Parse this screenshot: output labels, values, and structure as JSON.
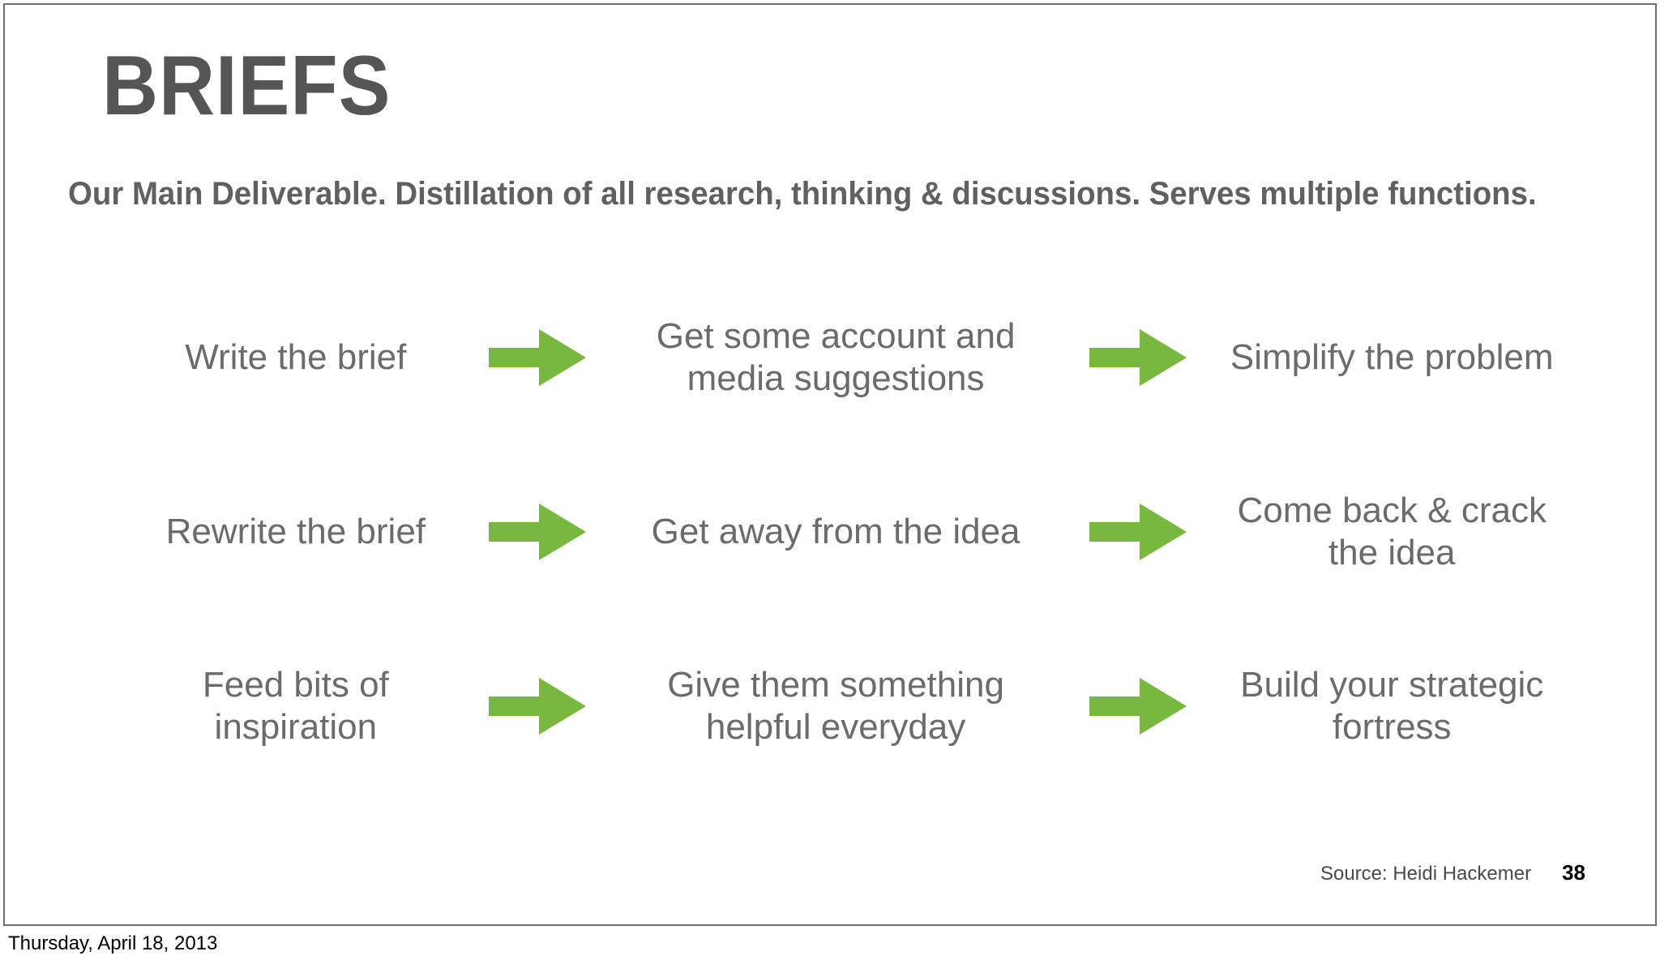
{
  "slide": {
    "title": "BRIEFS",
    "subtitle": "Our Main Deliverable. Distillation of all research, thinking & discussions. Serves multiple functions.",
    "accent_color": "#78b83f",
    "title_color": "#555555",
    "body_text_color": "#6b6b6b",
    "background_color": "#ffffff",
    "page_number": "38",
    "source": "Source: Heidi Hackemer"
  },
  "flow": {
    "arrow_icon": "right-arrow-icon",
    "rows": [
      {
        "step1": "Write the brief",
        "step2": "Get some account and media suggestions",
        "step3": "Simplify the problem"
      },
      {
        "step1": "Rewrite the brief",
        "step2": "Get away from the idea",
        "step3": "Come back & crack the idea"
      },
      {
        "step1": "Feed bits of inspiration",
        "step2": "Give them something helpful everyday",
        "step3": "Build your strategic fortress"
      }
    ]
  },
  "footer": {
    "date": "Thursday, April 18, 2013"
  }
}
